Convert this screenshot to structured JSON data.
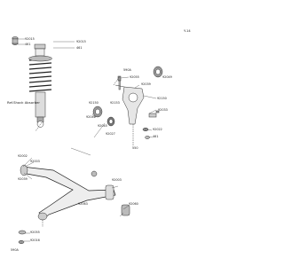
{
  "diagram": {
    "page_code": "Y-14",
    "ref_label": "Ref.Shock Absorber",
    "part_numbers": {
      "p92015a": "92015",
      "p461a": "461",
      "p92015b": "92015",
      "p461b": "461",
      "p590a": "590A",
      "p92055a": "92055",
      "p92039a": "92039",
      "p92049a": "92049",
      "p92150a": "92150",
      "p92033": "92033",
      "p92153": "92153",
      "p92150b": "92150",
      "p92049b": "92049",
      "p92045": "92045",
      "p92027": "92027",
      "p92022": "92022",
      "p461c": "461",
      "p550": "550",
      "p92002": "92002",
      "p92003a": "92003",
      "p92039b": "92039",
      "p92003b": "92003",
      "p92060": "92060",
      "p92063": "92063",
      "p92055b": "92055",
      "p92016": "92016",
      "p590b": "590A"
    }
  }
}
